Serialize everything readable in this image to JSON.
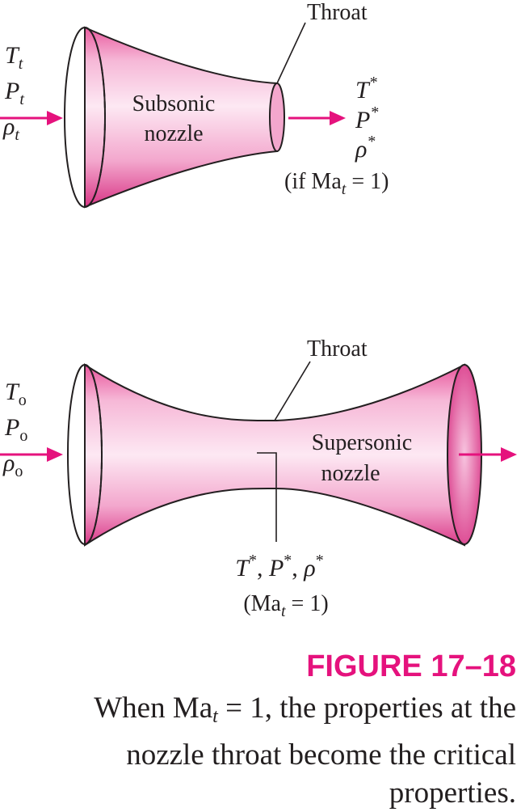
{
  "top_diagram": {
    "throat_label": "Throat",
    "nozzle_label_line1": "Subsonic",
    "nozzle_label_line2": "nozzle",
    "inlet": {
      "T": "T",
      "P": "P",
      "rho": "ρ",
      "sub": "t"
    },
    "outlet": {
      "T": "T",
      "P": "P",
      "rho": "ρ",
      "star": "*"
    },
    "condition": {
      "open": "(if Ma",
      "sub": "t",
      "close": " = 1)"
    }
  },
  "bottom_diagram": {
    "throat_label": "Throat",
    "nozzle_label_line1": "Supersonic",
    "nozzle_label_line2": "nozzle",
    "inlet": {
      "T": "T",
      "P": "P",
      "rho": "ρ",
      "sub": "o"
    },
    "critical": {
      "T": "T",
      "P": "P",
      "rho": "ρ",
      "star": "*",
      "sep": ", "
    },
    "condition": {
      "open": "(Ma",
      "sub": "t",
      "close": " = 1)"
    }
  },
  "figure": {
    "title": "FIGURE 17–18",
    "caption_pre": "When Ma",
    "caption_sub": "t",
    "caption_post": " = 1, the properties at the nozzle throat become the critical properties."
  },
  "colors": {
    "accent": "#e5127d",
    "nozzle_light": "#fbd6ea",
    "nozzle_dark": "#e0559f",
    "text": "#231f20"
  }
}
